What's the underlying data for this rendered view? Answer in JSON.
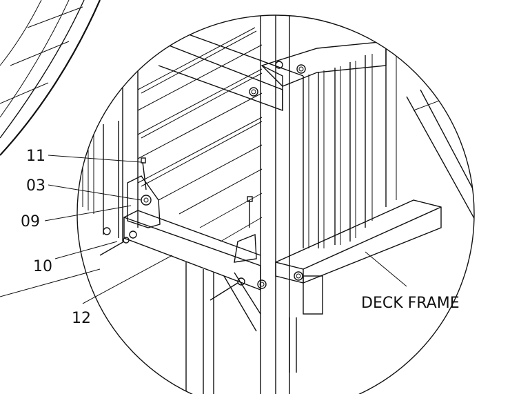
{
  "diagram": {
    "callouts": {
      "c11": "11",
      "c03": "03",
      "c09": "09",
      "c10": "10",
      "c12": "12",
      "deck_frame": "DECK FRAME"
    }
  }
}
